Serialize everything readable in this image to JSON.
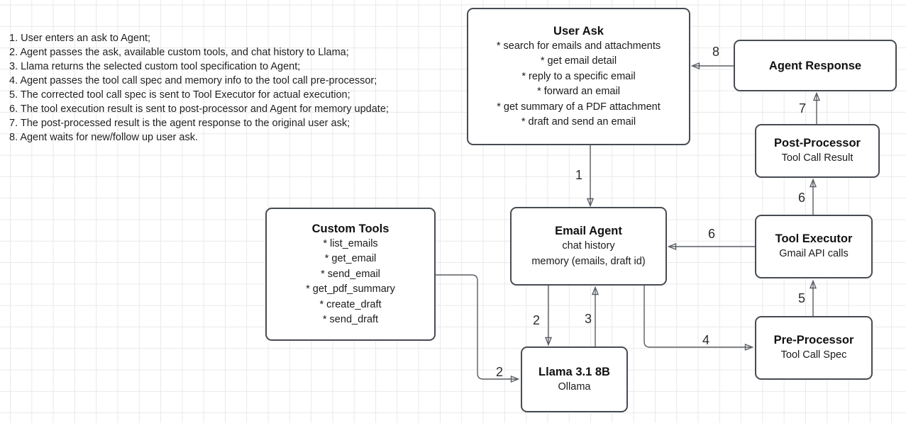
{
  "notes": {
    "lines": [
      "1. User enters an ask to Agent;",
      "2. Agent passes the ask, available custom tools, and chat history to Llama;",
      "3. Llama returns the selected custom tool specification to Agent;",
      "4. Agent passes the tool call spec and memory info to the tool call pre-processor;",
      "5. The corrected tool call spec is sent to Tool Executor for actual execution;",
      "6. The tool execution result is sent to post-processor and Agent for memory update;",
      "7. The post-processed result is the agent response to the original user ask;",
      "8. Agent waits for new/follow up user ask."
    ]
  },
  "boxes": {
    "user_ask": {
      "title": "User Ask",
      "items": [
        "* search for emails and attachments",
        "* get email detail",
        "* reply to a specific email",
        "* forward an email",
        "* get summary of a PDF attachment",
        "* draft and send an email"
      ]
    },
    "agent_response": {
      "title": "Agent Response"
    },
    "post_processor": {
      "title": "Post-Processor",
      "subtitle": "Tool Call Result"
    },
    "tool_executor": {
      "title": "Tool Executor",
      "subtitle": "Gmail API calls"
    },
    "pre_processor": {
      "title": "Pre-Processor",
      "subtitle": "Tool Call Spec"
    },
    "email_agent": {
      "title": "Email Agent",
      "lines": [
        "chat history",
        "memory (emails, draft id)"
      ]
    },
    "custom_tools": {
      "title": "Custom Tools",
      "items": [
        "* list_emails",
        "* get_email",
        "* send_email",
        "* get_pdf_summary",
        "* create_draft",
        "* send_draft"
      ]
    },
    "llama": {
      "title": "Llama 3.1 8B",
      "subtitle": "Ollama"
    }
  },
  "edge_labels": {
    "step1": "1",
    "step2_agent_to_llama": "2",
    "step2_tools_to_llama": "2",
    "step3": "3",
    "step4": "4",
    "step5": "5",
    "step6_to_post": "6",
    "step6_to_agent": "6",
    "step7": "7",
    "step8": "8"
  },
  "colors": {
    "node_border": "#474b52",
    "edge": "#5a5e64",
    "grid_line": "#e9e9e9",
    "canvas_bg": "#ffffff",
    "text": "#1a1a1a"
  }
}
